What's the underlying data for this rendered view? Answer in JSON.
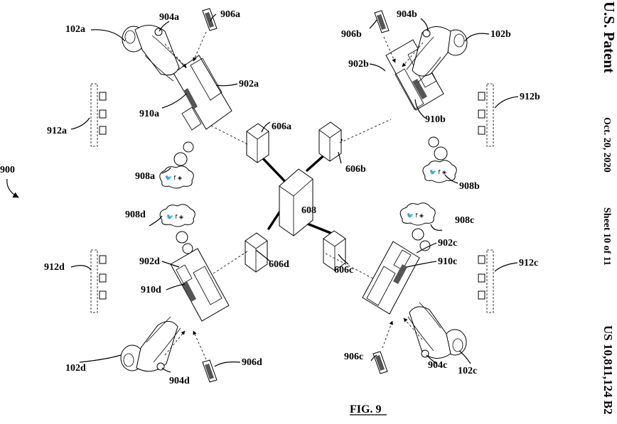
{
  "header": {
    "publisher": "U.S. Patent",
    "date": "Oct. 20, 2020",
    "sheet": "Sheet 10 of 11",
    "patent_number": "US 10,811,124 B2"
  },
  "figure": {
    "caption": "FIG. 9",
    "system_ref": "900"
  },
  "labels": {
    "hub": "608",
    "workstations": [
      {
        "user": "102a",
        "mobile": "906a",
        "headset": "904a",
        "desk": "902a",
        "keyboard": "910a",
        "cloud": "908a",
        "blocks": "912a",
        "server": "606a"
      },
      {
        "user": "102b",
        "mobile": "906b",
        "headset": "904b",
        "desk": "902b",
        "keyboard": "910b",
        "cloud": "908b",
        "blocks": "912b",
        "server": "606b"
      },
      {
        "user": "102c",
        "mobile": "906c",
        "headset": "904c",
        "desk": "902c",
        "keyboard": "910c",
        "cloud": "908c",
        "blocks": "912c",
        "server": "606c"
      },
      {
        "user": "102d",
        "mobile": "906d",
        "headset": "904d",
        "desk": "902d",
        "keyboard": "910d",
        "cloud": "908d",
        "blocks": "912d",
        "server": "606d"
      }
    ]
  }
}
